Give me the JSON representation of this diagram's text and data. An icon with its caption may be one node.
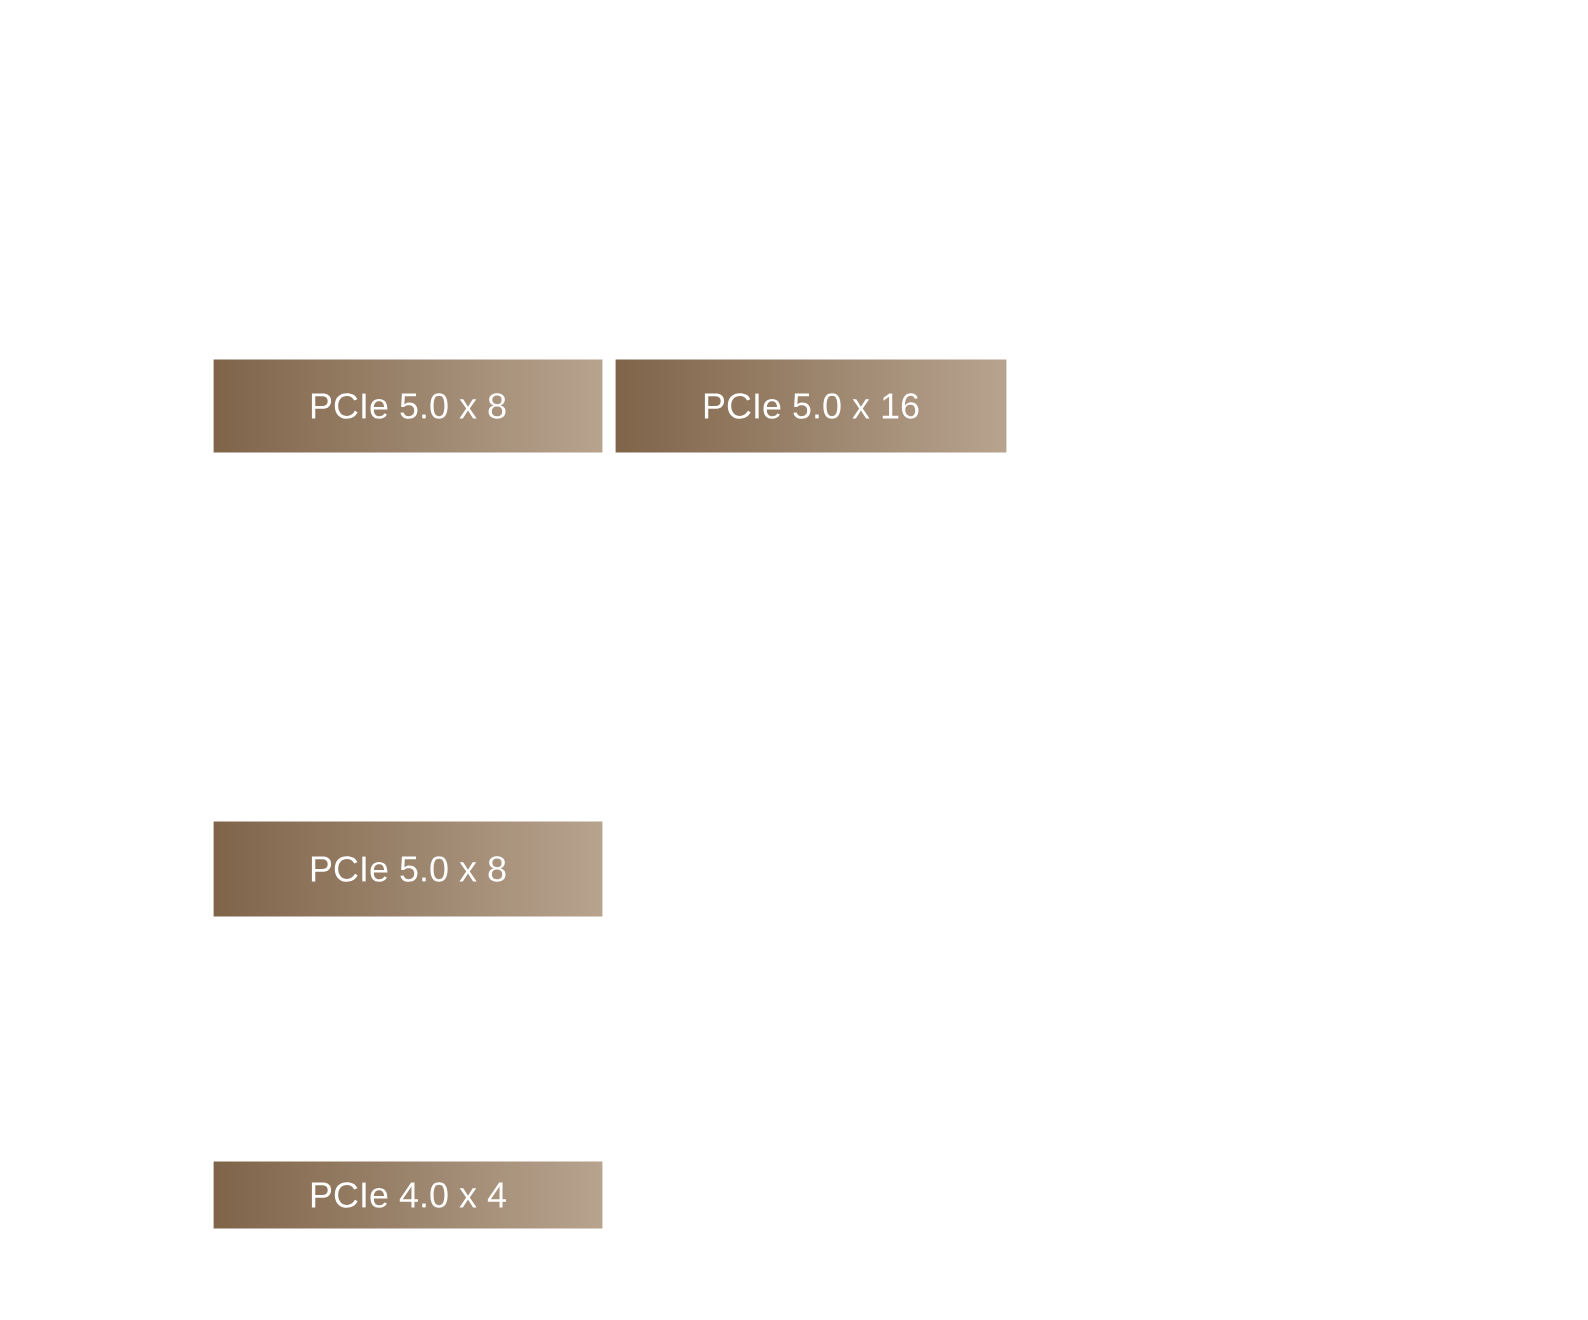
{
  "diagram": {
    "nodes": [
      {
        "text": [
          "PCIe 5.0 x 8"
        ]
      },
      {
        "text": [
          "PCIe 5.0 x 16"
        ]
      },
      {
        "text": [
          "PCIe 5.0 x 8"
        ]
      },
      {
        "text": [
          "PCIe 4.0 x 4"
        ]
      }
    ]
  }
}
